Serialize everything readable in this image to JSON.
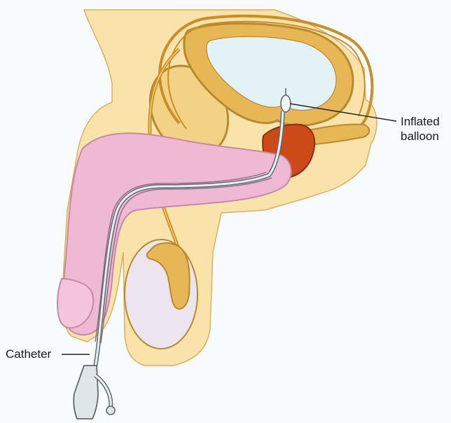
{
  "labels": {
    "balloon_line1": "Inflated",
    "balloon_line2": "balloon",
    "catheter": "Catheter"
  },
  "colors": {
    "background": "#f7fbfe",
    "skin": "#f9e3ab",
    "tissue_outline": "#d2a55a",
    "bone": "#f2d385",
    "bone_edge": "#b8892e",
    "urethra_tube": "#c98e29",
    "bladder_wall": "#e8b755",
    "bladder_lumen": "#e3f2f6",
    "erectile_tissue": "#efb9d3",
    "prostate": "#cc4a18",
    "testis": "#ece5ef",
    "catheter": "#e9eef1",
    "catheter_stroke": "#5d6a70"
  }
}
